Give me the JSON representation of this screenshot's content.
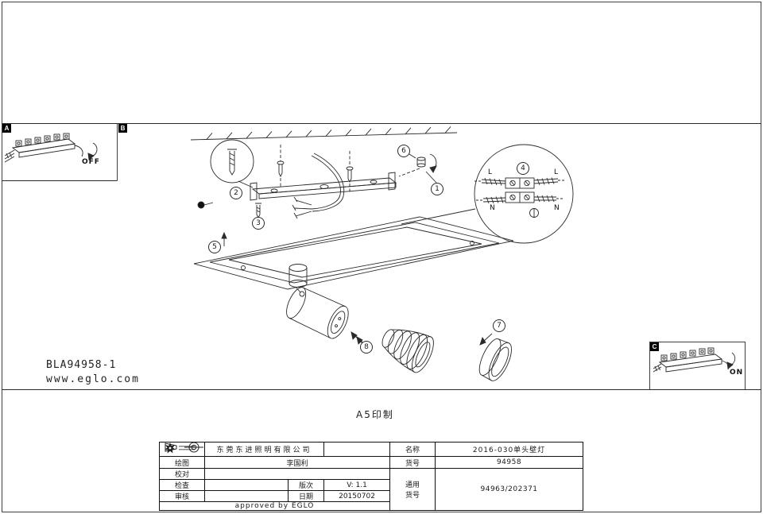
{
  "page": {
    "drawing_code": "BLA94958-1",
    "website": "www.eglo.com",
    "print_note": "A5印制"
  },
  "panels": {
    "a_label": "A",
    "a_state": "OFF",
    "b_label": "B",
    "c_label": "C",
    "c_state": "ON"
  },
  "callouts": {
    "c1": "1",
    "c2": "2",
    "c3": "3",
    "c4": "4",
    "c5": "5",
    "c6": "6",
    "c7": "7",
    "c8": "8"
  },
  "wiring": {
    "top_left": "L",
    "top_right": "L",
    "bottom_left": "N",
    "bottom_right": "N"
  },
  "title_block": {
    "company": "东莞东进照明有限公司",
    "name_label": "名称",
    "name_value": "2016-030单头壁灯",
    "draw_label": "绘图",
    "draw_value": "李国利",
    "item_label": "货号",
    "item_value": "94958",
    "proof_label": "校对",
    "check_label": "检查",
    "version_label": "版次",
    "version_value": "V: 1.1",
    "common_label_1": "通用",
    "common_label_2": "货号",
    "common_value": "94963/202371",
    "review_label": "审核",
    "date_label": "日期",
    "date_value": "20150702",
    "approved": "approved by EGLO"
  }
}
